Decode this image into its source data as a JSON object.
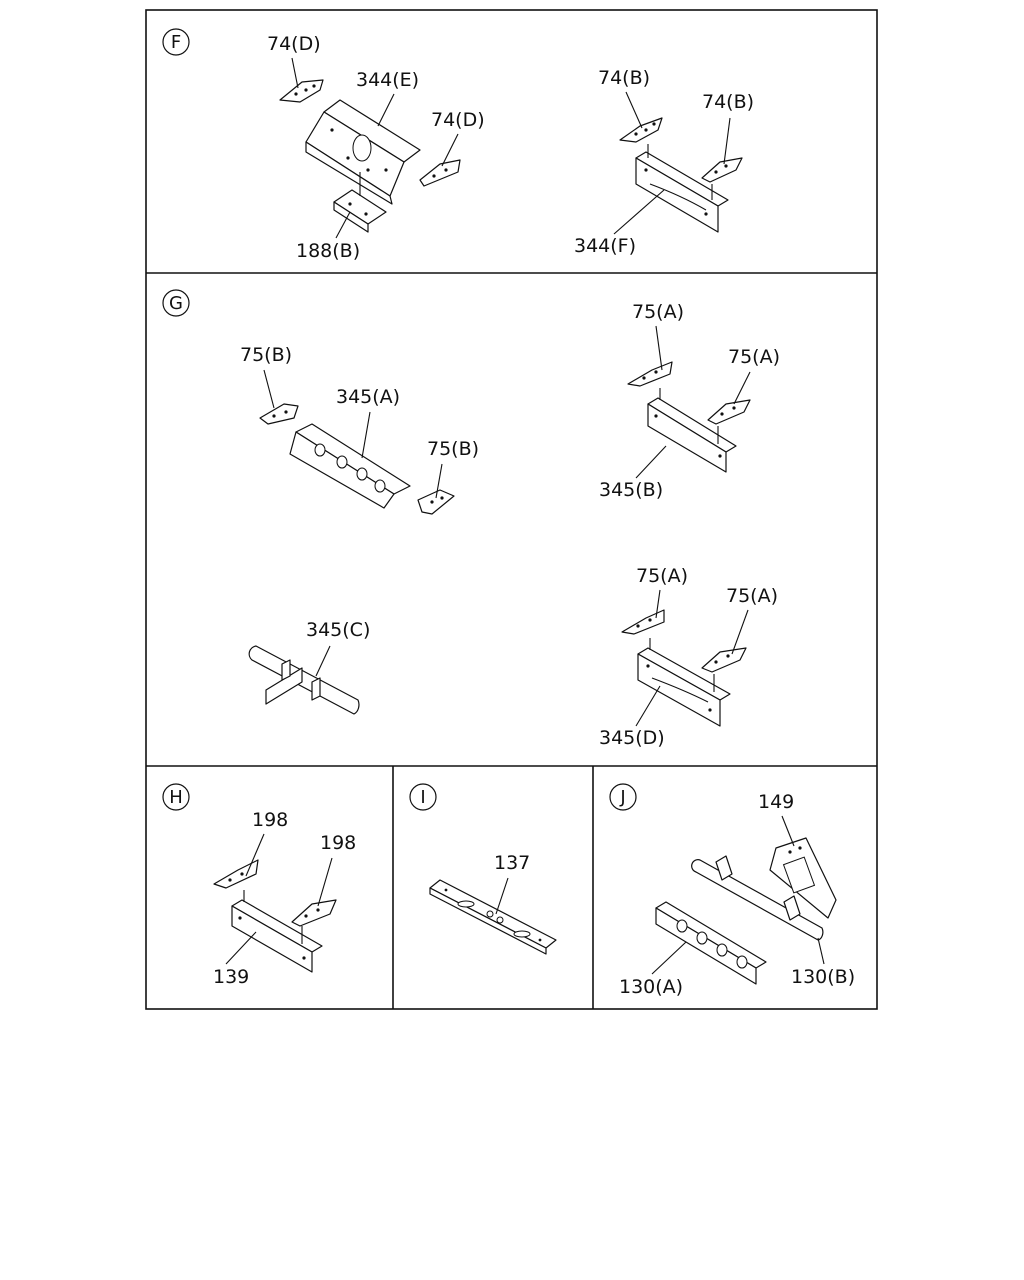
{
  "sections": [
    {
      "letter": "F"
    },
    {
      "letter": "G"
    },
    {
      "letter": "H"
    },
    {
      "letter": "I"
    },
    {
      "letter": "J"
    }
  ],
  "labels": {
    "f_74d_a": "74(D)",
    "f_344e": "344(E)",
    "f_74d_b": "74(D)",
    "f_188b": "188(B)",
    "f_74b_a": "74(B)",
    "f_74b_b": "74(B)",
    "f_344f": "344(F)",
    "g_75b_a": "75(B)",
    "g_345a": "345(A)",
    "g_75b_b": "75(B)",
    "g_75a_a": "75(A)",
    "g_75a_b": "75(A)",
    "g_345b": "345(B)",
    "g_345c": "345(C)",
    "g_75a_c": "75(A)",
    "g_75a_d": "75(A)",
    "g_345d": "345(D)",
    "h_198_a": "198",
    "h_198_b": "198",
    "h_139": "139",
    "i_137": "137",
    "j_149": "149",
    "j_130a": "130(A)",
    "j_130b": "130(B)"
  }
}
